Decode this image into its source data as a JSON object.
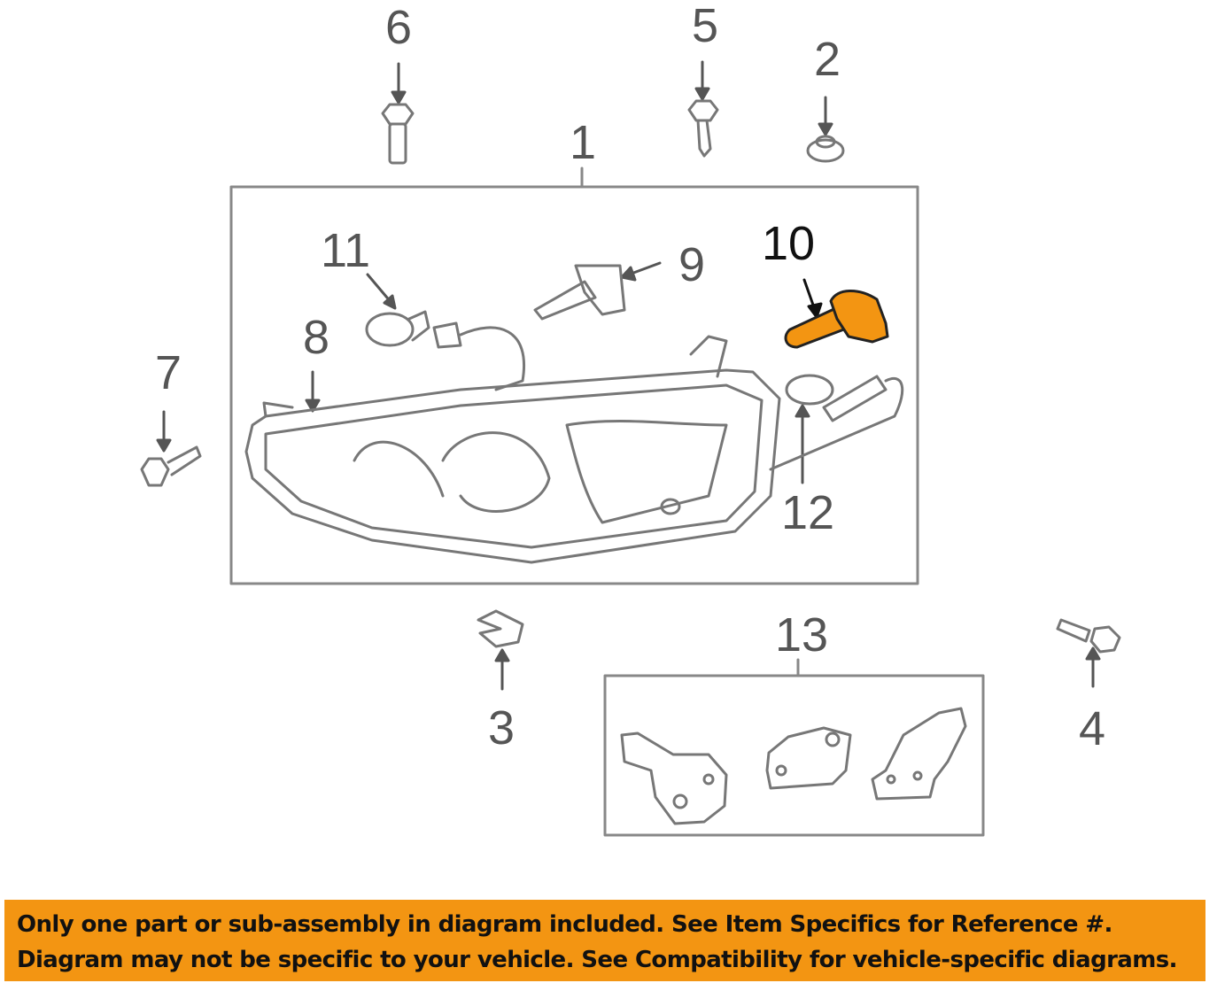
{
  "diagram": {
    "callouts": {
      "c1": "1",
      "c2": "2",
      "c3": "3",
      "c4": "4",
      "c5": "5",
      "c6": "6",
      "c7": "7",
      "c8": "8",
      "c9": "9",
      "c10": "10",
      "c11": "11",
      "c12": "12",
      "c13": "13"
    },
    "highlighted_part": "10",
    "colors": {
      "line": "#777777",
      "highlight": "#f39512",
      "banner": "#f39512"
    }
  },
  "banner": {
    "line1": "Only one part or sub-assembly in diagram included. See Item Specifics for Reference #.",
    "line2": "Diagram may not be specific to your vehicle. See Compatibility for vehicle-specific diagrams."
  }
}
